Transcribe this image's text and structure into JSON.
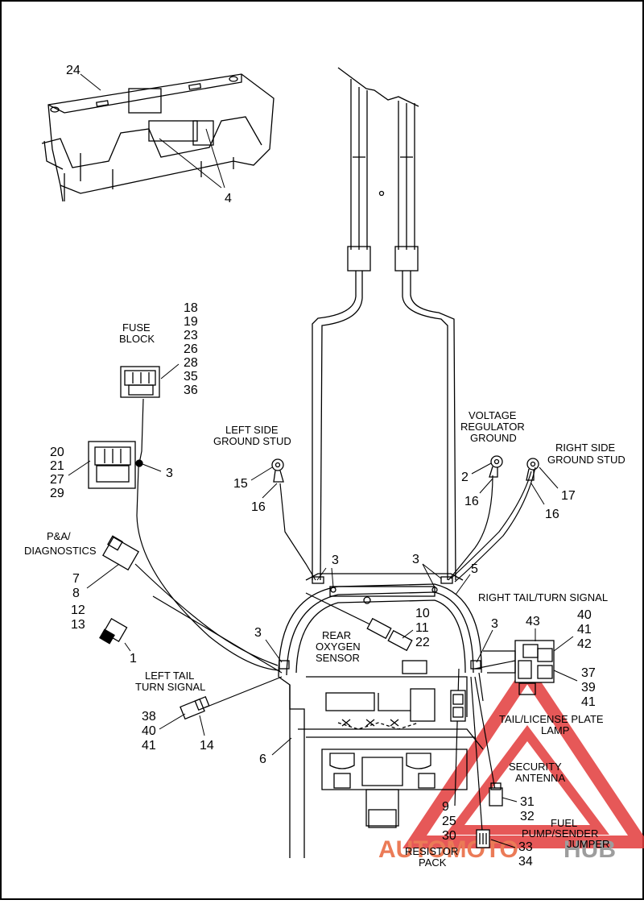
{
  "callouts": {
    "n24": "24",
    "n4": "4",
    "fuse_block_line1": "FUSE",
    "fuse_block_line2": "BLOCK",
    "fuse_parts": [
      "18",
      "19",
      "23",
      "26",
      "28",
      "35",
      "36"
    ],
    "n3_fuse": "3",
    "relay_parts": [
      "20",
      "21",
      "27",
      "29"
    ],
    "pa_line1": "P&A/",
    "pa_line2": "DIAGNOSTICS",
    "pa_parts": [
      "7",
      "8",
      "12",
      "13"
    ],
    "n1": "1",
    "left_ground_line1": "LEFT SIDE",
    "left_ground_line2": "GROUND STUD",
    "n15": "15",
    "n16_left": "16",
    "voltage_line1": "VOLTAGE",
    "voltage_line2": "REGULATOR",
    "voltage_line3": "GROUND",
    "n2": "2",
    "n16_mid": "16",
    "right_ground_line1": "RIGHT SIDE",
    "right_ground_line2": "GROUND STUD",
    "n17": "17",
    "n16_right": "16",
    "n3_left": "3",
    "n3_right": "3",
    "n5": "5",
    "right_tail": "RIGHT  TAIL/TURN SIGNAL",
    "n43": "43",
    "right_tail_parts": [
      "40",
      "41",
      "42"
    ],
    "right_tail_parts_b": [
      "37",
      "39",
      "41"
    ],
    "oxygen_line1": "REAR",
    "oxygen_line2": "OXYGEN",
    "oxygen_line3": "SENSOR",
    "oxygen_parts": [
      "10",
      "11",
      "22"
    ],
    "n3_lower_left": "3",
    "n3_lower_right": "3",
    "left_tail_line1": "LEFT  TAIL",
    "left_tail_line2": "TURN SIGNAL",
    "left_tail_parts": [
      "38",
      "40",
      "41"
    ],
    "n14": "14",
    "n6": "6",
    "tail_license_line1": "TAIL/LICENSE PLATE",
    "tail_license_line2": "LAMP",
    "security_line1": "SECURITY",
    "security_line2": "ANTENNA",
    "security_parts": [
      "31",
      "32"
    ],
    "fuel_line1": "FUEL",
    "fuel_line2": "PUMP/SENDER",
    "fuel_line3": "JUMPER",
    "resistor_parts": [
      "9",
      "25",
      "30"
    ],
    "resistor_line1": "RESISTOR",
    "resistor_line2": "PACK",
    "resistor_parts_b": [
      "33",
      "34"
    ]
  },
  "watermark": {
    "part1": "AUTOMOTO",
    "part2": "HUB",
    "color1": "#e8643a",
    "color2": "#8c8c8c",
    "triangle_color": "#e23b3b"
  }
}
